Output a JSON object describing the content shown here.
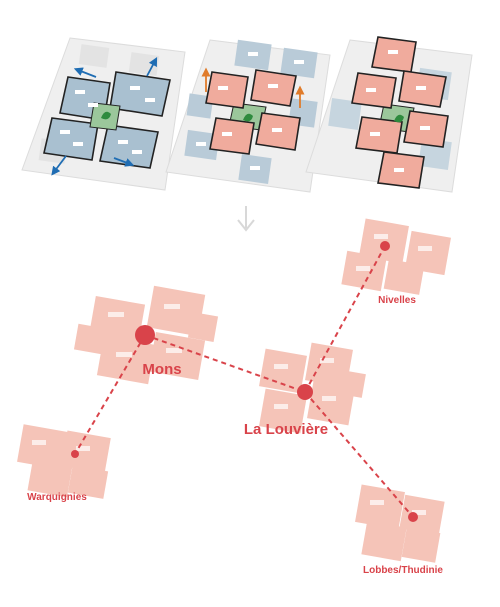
{
  "title": "",
  "colors": {
    "base": "#efefef",
    "base_edge": "#dcdcdc",
    "blue_block": "#a9c0d0",
    "blue_block_light": "#cad8e2",
    "pink_block": "#f0ab9d",
    "pink_light": "#f5c4b8",
    "green_core": "#9bc79b",
    "outline": "#222222",
    "arrow_blue": "#1f6db3",
    "arrow_orange": "#e07b2a",
    "network": "#d9434a"
  },
  "icons": [
    "arrow-icon",
    "leaf-icon",
    "down-arrow-icon"
  ],
  "nodes": [
    {
      "id": "mons",
      "label": "Mons",
      "size": "big"
    },
    {
      "id": "la-louviere",
      "label": "La Louvière",
      "size": "big"
    },
    {
      "id": "nivelles",
      "label": "Nivelles",
      "size": "small"
    },
    {
      "id": "warquignies",
      "label": "Warquignies",
      "size": "small"
    },
    {
      "id": "lobbes",
      "label": "Lobbes/Thudinie",
      "size": "small"
    }
  ],
  "links": [
    [
      "mons",
      "la-louviere"
    ],
    [
      "la-louviere",
      "nivelles"
    ],
    [
      "la-louviere",
      "lobbes"
    ],
    [
      "mons",
      "warquignies"
    ]
  ]
}
